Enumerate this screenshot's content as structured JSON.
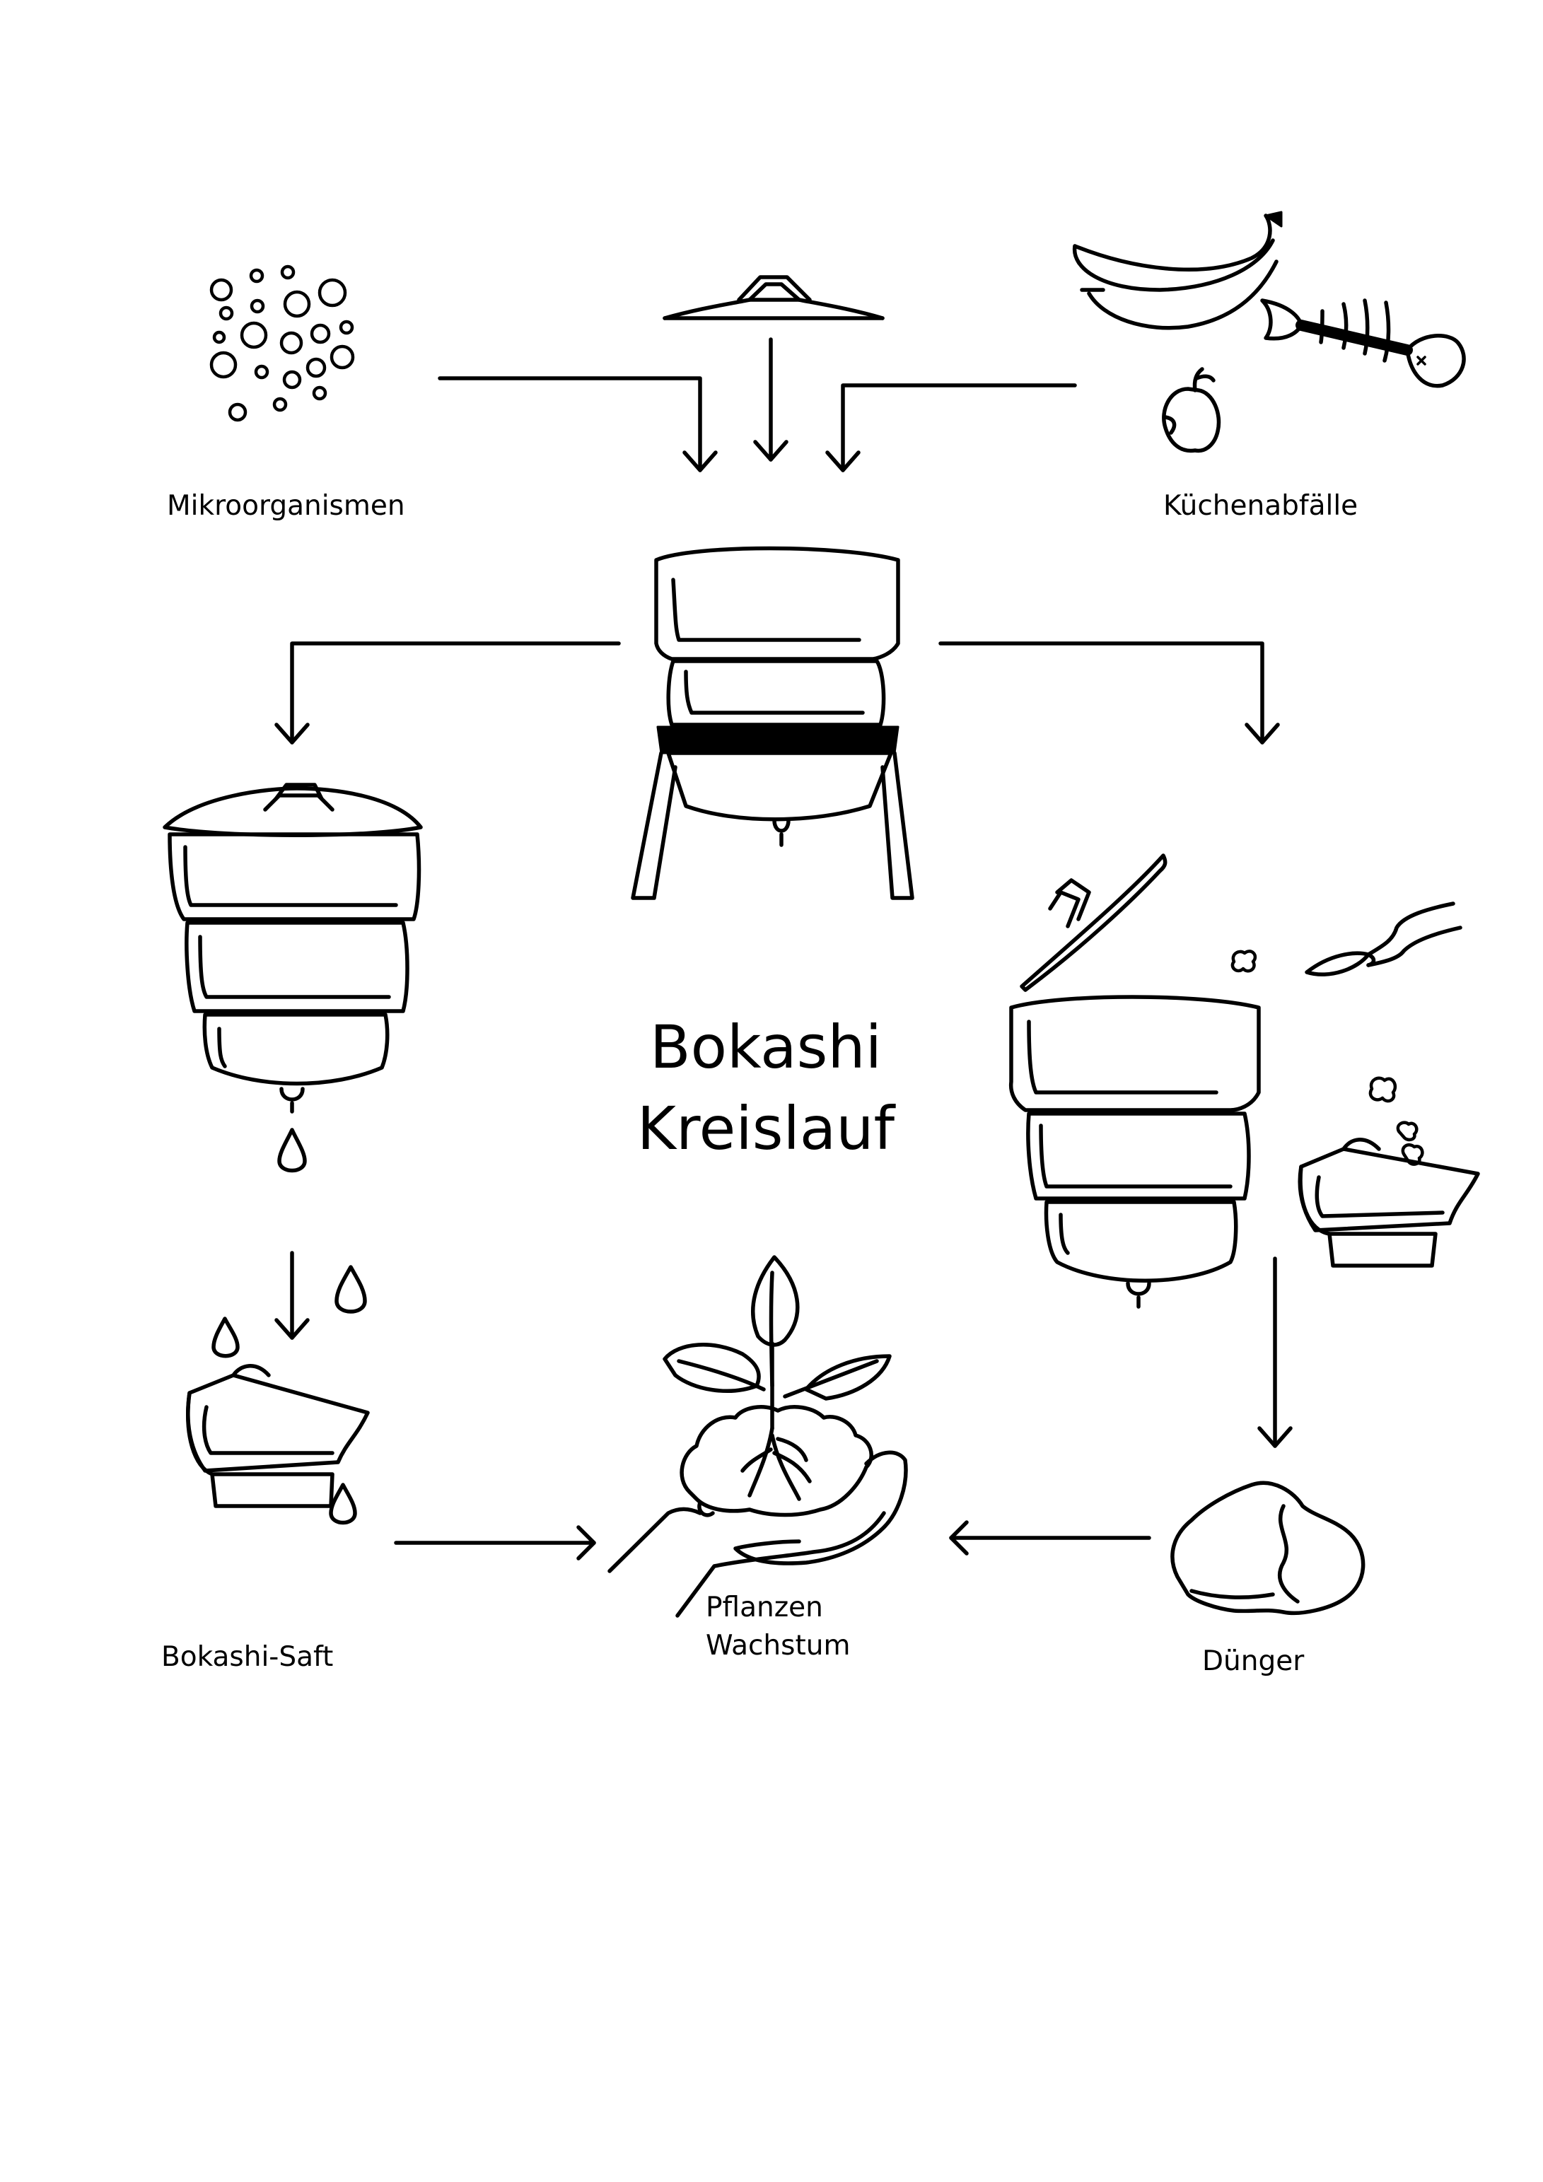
{
  "title": {
    "line1": "Bokashi",
    "line2": "Kreislauf"
  },
  "labels": {
    "microorganisms": "Mikroorganismen",
    "kitchen_waste": "Küchenabfälle",
    "bokashi_juice": "Bokashi-Saft",
    "plant_growth_line1": "Pflanzen",
    "plant_growth_line2": "Wachstum",
    "fertilizer": "Dünger"
  }
}
